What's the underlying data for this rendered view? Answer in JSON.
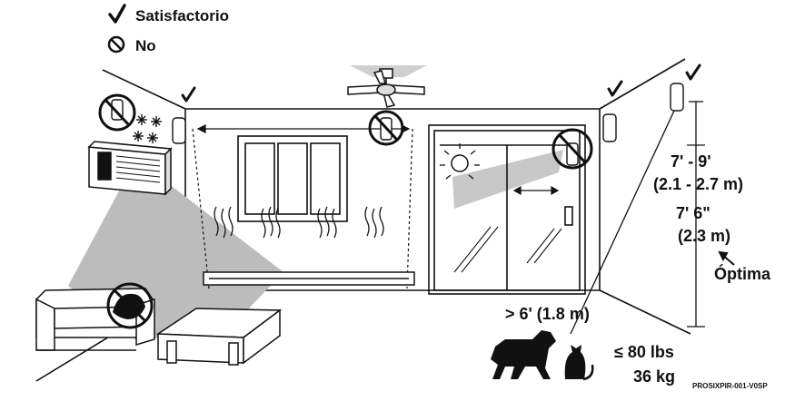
{
  "legend": {
    "ok_label": "Satisfactorio",
    "no_label": "No"
  },
  "mounting_height": {
    "range_ft": "7' - 9'",
    "range_m": "(2.1 - 2.7 m)",
    "optimal_ft": "7' 6\"",
    "optimal_m": "(2.3 m)",
    "optimal_label": "Óptima"
  },
  "pet_clearance": "> 6' (1.8 m)",
  "pet_weight_lbs": "≤ 80 lbs",
  "pet_weight_kg": "36 kg",
  "part_code": "PROSIXPIR-001-V0SP",
  "colors": {
    "ink": "#111111",
    "coverage_gray": "#bcbcbc",
    "floor_white": "#ffffff"
  }
}
